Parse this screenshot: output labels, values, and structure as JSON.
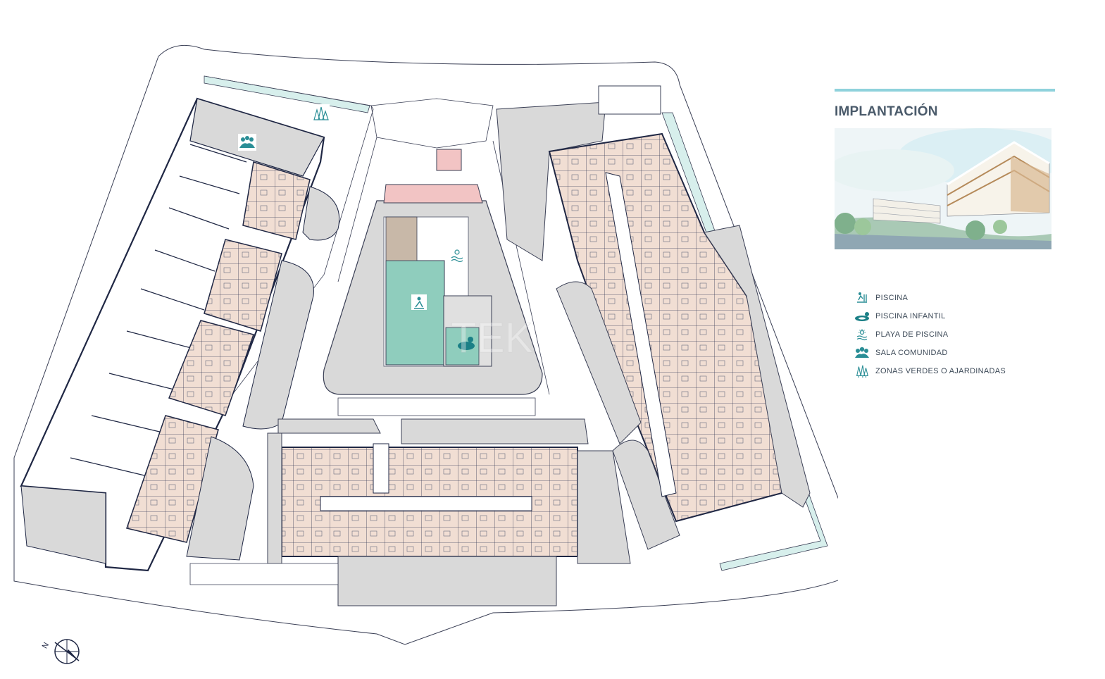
{
  "title": "IMPLANTACIÓN",
  "legend": [
    {
      "label": "PISCINA",
      "icon": "swimmer-ladder-icon"
    },
    {
      "label": "PISCINA INFANTIL",
      "icon": "pool-float-duck-icon"
    },
    {
      "label": "PLAYA DE PISCINA",
      "icon": "sun-waves-icon"
    },
    {
      "label": "SALA COMUNIDAD",
      "icon": "community-group-icon"
    },
    {
      "label": "ZONAS VERDES O AJARDINADAS",
      "icon": "trees-icon"
    }
  ],
  "compass_label": "N",
  "watermark": "TEK",
  "colors": {
    "accent": "#8fd2dc",
    "pool": "#8fcdbd",
    "apartment": "#f1ded3",
    "community": "#f2c4c4",
    "ground": "#d9d9d9",
    "green_strip": "#d7efec",
    "outline": "#1f2744",
    "icon_teal": "#2a8e96"
  }
}
